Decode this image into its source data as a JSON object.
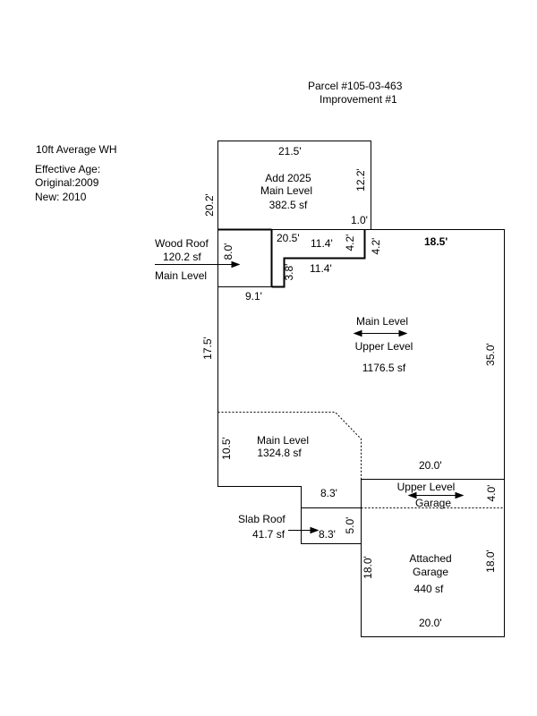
{
  "header": {
    "parcel": "Parcel #105-03-463",
    "improvement": "Improvement #1"
  },
  "info": {
    "wall_height": "10ft Average WH",
    "effective_age": "Effective Age:",
    "original": "Original:2009",
    "new": "New: 2010"
  },
  "areas": {
    "add2025": {
      "line1": "Add 2025",
      "line2": "Main Level",
      "sf": "382.5 sf"
    },
    "wood_roof": {
      "name": "Wood Roof",
      "sf": "120.2 sf",
      "level": "Main Level"
    },
    "main_upper": {
      "line1": "Main Level",
      "line2": "Upper Level",
      "sf": "1176.5 sf"
    },
    "main_level": {
      "line1": "Main Level",
      "sf": "1324.8 sf"
    },
    "upper_garage": {
      "line1": "Upper Level",
      "line2": "Garage"
    },
    "slab_roof": {
      "name": "Slab Roof",
      "sf": "41.7 sf"
    },
    "attached_garage": {
      "line1": "Attached",
      "line2": "Garage",
      "sf": "440 sf"
    }
  },
  "dimensions": {
    "d21_5": "21.5'",
    "d12_2": "12.2'",
    "d20_2": "20.2'",
    "d1_0": "1.0'",
    "d20_5": "20.5'",
    "d11_4a": "11.4'",
    "d4_2a": "4.2'",
    "d4_2b": "4.2'",
    "d18_5": "18.5'",
    "d8_0": "8.0'",
    "d3_8": "3.8'",
    "d11_4b": "11.4'",
    "d9_1": "9.1'",
    "d17_5": "17.5'",
    "d35_0": "35.0'",
    "d10_5": "10.5'",
    "d20_0a": "20.0'",
    "d8_3a": "8.3'",
    "d4_0": "4.0'",
    "d5_0": "5.0'",
    "d8_3b": "8.3'",
    "d18_0a": "18.0'",
    "d18_0b": "18.0'",
    "d20_0b": "20.0'"
  }
}
